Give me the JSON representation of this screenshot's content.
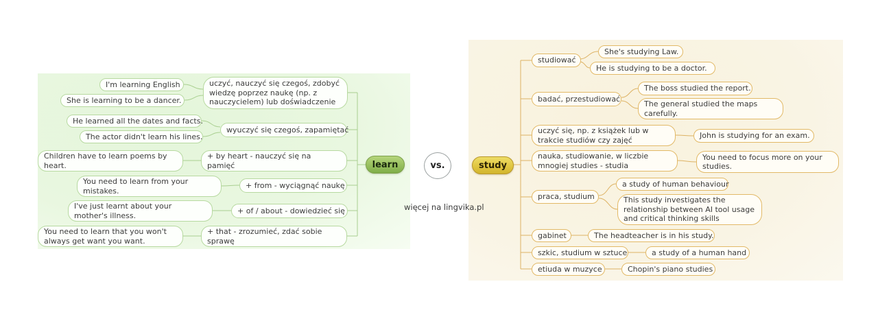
{
  "watermark": "więcej na lingvika.pl",
  "versus_label": "vs.",
  "colors": {
    "learn_root_green": "#8fb956",
    "learn_line_green": "#a9cf90",
    "study_root_yellow": "#dcc13d",
    "study_line_tan": "#ddb264"
  },
  "learn_map": {
    "root_label": "learn",
    "branches": [
      {
        "definition": "uczyć, nauczyć się czegoś, zdobyć wiedzę poprzez naukę (np. z nauczycielem) lub doświadczenie",
        "examples": [
          "I'm learning English",
          "She is learning to be a dancer."
        ]
      },
      {
        "definition": "wyuczyć się czegoś, zapamiętać",
        "examples": [
          "He learned all the dates and facts.",
          "The actor didn't learn his lines."
        ]
      },
      {
        "definition": "+ by heart - nauczyć się na pamięć",
        "examples": [
          "Children have to learn poems by heart."
        ]
      },
      {
        "definition": "+ from - wyciągnąć naukę",
        "examples": [
          "You need to learn from your mistakes."
        ]
      },
      {
        "definition": "+ of / about - dowiedzieć się",
        "examples": [
          "I've just learnt about your mother's illness."
        ]
      },
      {
        "definition": "+ that - zrozumieć, zdać sobie sprawę",
        "examples": [
          "You need to learn that you won't always get want you want."
        ]
      }
    ]
  },
  "study_map": {
    "root_label": "study",
    "branches": [
      {
        "definition": "studiować",
        "examples": [
          "She's studying Law.",
          "He is studying to be a doctor."
        ]
      },
      {
        "definition": "badać, przestudiować",
        "examples": [
          "The boss studied the report.",
          "The general studied the maps carefully."
        ]
      },
      {
        "definition": "uczyć się, np. z książek lub w trakcie studiów czy zajęć",
        "examples": [
          "John is studying for an exam."
        ]
      },
      {
        "definition": "nauka, studiowanie, w liczbie mnogiej studies - studia",
        "examples": [
          "You need to focus more on your studies."
        ]
      },
      {
        "definition": "praca, studium",
        "examples": [
          "a study of human behaviour",
          "This study investigates the relationship between AI tool usage and critical thinking skills"
        ]
      },
      {
        "definition": "gabinet",
        "examples": [
          "The headteacher is in his study."
        ]
      },
      {
        "definition": "szkic, studium w sztuce",
        "examples": [
          "a study of a human hand"
        ]
      },
      {
        "definition": "etiuda w muzyce",
        "examples": [
          "Chopin's piano studies"
        ]
      }
    ]
  }
}
